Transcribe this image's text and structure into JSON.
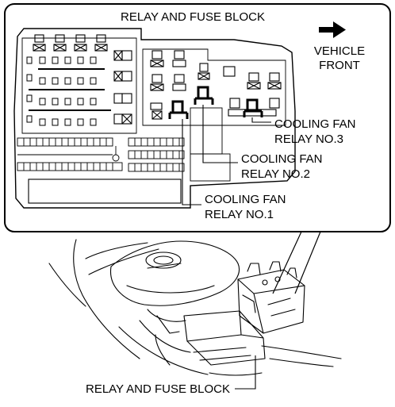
{
  "panel": {
    "title": "RELAY AND FUSE BLOCK",
    "direction_label_line1": "VEHICLE",
    "direction_label_line2": "FRONT"
  },
  "callouts": {
    "relay3_line1": "COOLING FAN",
    "relay3_line2": "RELAY NO.3",
    "relay2_line1": "COOLING FAN",
    "relay2_line2": "RELAY NO.2",
    "relay1_line1": "COOLING FAN",
    "relay1_line2": "RELAY NO.1"
  },
  "bottom_label": "RELAY AND FUSE BLOCK",
  "icons": [
    "arrow-right-icon"
  ]
}
